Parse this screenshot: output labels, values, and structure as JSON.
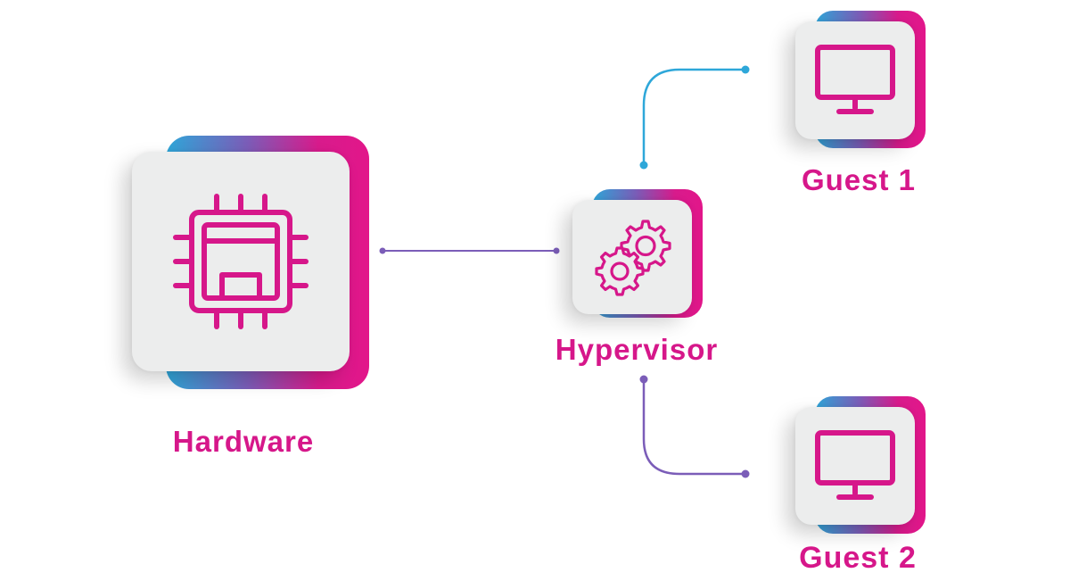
{
  "diagram": {
    "colors": {
      "accent_pink": "#d6178a",
      "accent_blue": "#2ea7d9",
      "accent_purple": "#7b5db8",
      "card_bg": "#eceded"
    },
    "nodes": {
      "hardware": {
        "label": "Hardware",
        "icon": "cpu-chip-icon"
      },
      "hypervisor": {
        "label": "Hypervisor",
        "icon": "gears-icon"
      },
      "guest1": {
        "label": "Guest 1",
        "icon": "monitor-icon"
      },
      "guest2": {
        "label": "Guest 2",
        "icon": "monitor-icon"
      }
    }
  }
}
